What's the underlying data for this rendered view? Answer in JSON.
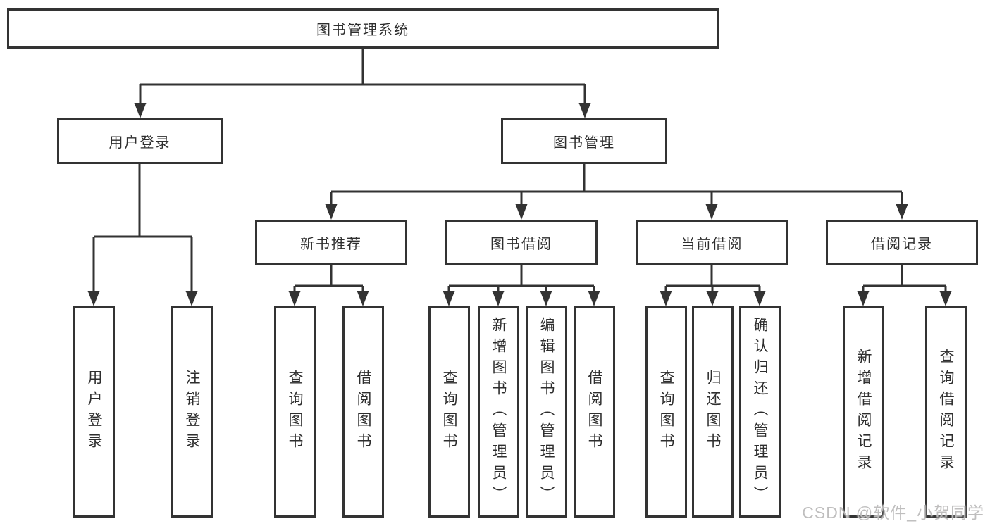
{
  "colors": {
    "line": "#333333",
    "box_border": "#333333",
    "box_background": "#ffffff",
    "text": "#2e2e2e",
    "watermark": "#bab9b9"
  },
  "watermark": {
    "text": "CSDN @软件_小贺同学"
  },
  "nodes": {
    "root": {
      "label": "图书管理系统"
    },
    "user_login": {
      "label": "用户登录",
      "children": {
        "login": {
          "label": "用户登录"
        },
        "logout": {
          "label": "注销登录"
        }
      }
    },
    "book_mgmt": {
      "label": "图书管理",
      "children": {
        "new_book_rec": {
          "label": "新书推荐",
          "children": {
            "query_books": {
              "label": "查询图书"
            },
            "borrow_books": {
              "label": "借阅图书"
            }
          }
        },
        "book_borrow": {
          "label": "图书借阅",
          "children": {
            "query_books": {
              "label": "查询图书"
            },
            "add_books": {
              "label": "新增图书（管理员）"
            },
            "edit_books": {
              "label": "编辑图书（管理员）"
            },
            "borrow_books": {
              "label": "借阅图书"
            }
          }
        },
        "current_borrow": {
          "label": "当前借阅",
          "children": {
            "query_books": {
              "label": "查询图书"
            },
            "return_books": {
              "label": "归还图书"
            },
            "confirm_return": {
              "label": "确认归还（管理员）"
            }
          }
        },
        "borrow_records": {
          "label": "借阅记录",
          "children": {
            "add_record": {
              "label": "新增借阅记录"
            },
            "query_record": {
              "label": "查询借阅记录"
            }
          }
        }
      }
    }
  }
}
